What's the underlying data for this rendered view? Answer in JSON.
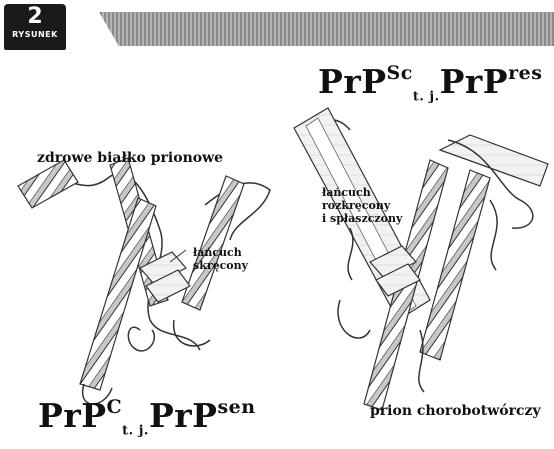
{
  "header": {
    "badge_number": "2",
    "badge_word": "RYSUNEK"
  },
  "left": {
    "caption": "zdrowe białko prionowe",
    "chain_label": [
      "łańcuch",
      "skręcony"
    ],
    "name_base": "PrP",
    "name_sup": "C",
    "name_mid": "t. j.",
    "name_base2": "PrP",
    "name_sup2": "sen"
  },
  "right": {
    "name_base": "PrP",
    "name_sup": "Sc",
    "name_mid": "t. j.",
    "name_base2": "PrP",
    "name_sup2": "res",
    "chain_label": [
      "łańcuch",
      "rozkręcony",
      "i spłaszczony"
    ],
    "caption": "prion chorobotwórczy"
  }
}
